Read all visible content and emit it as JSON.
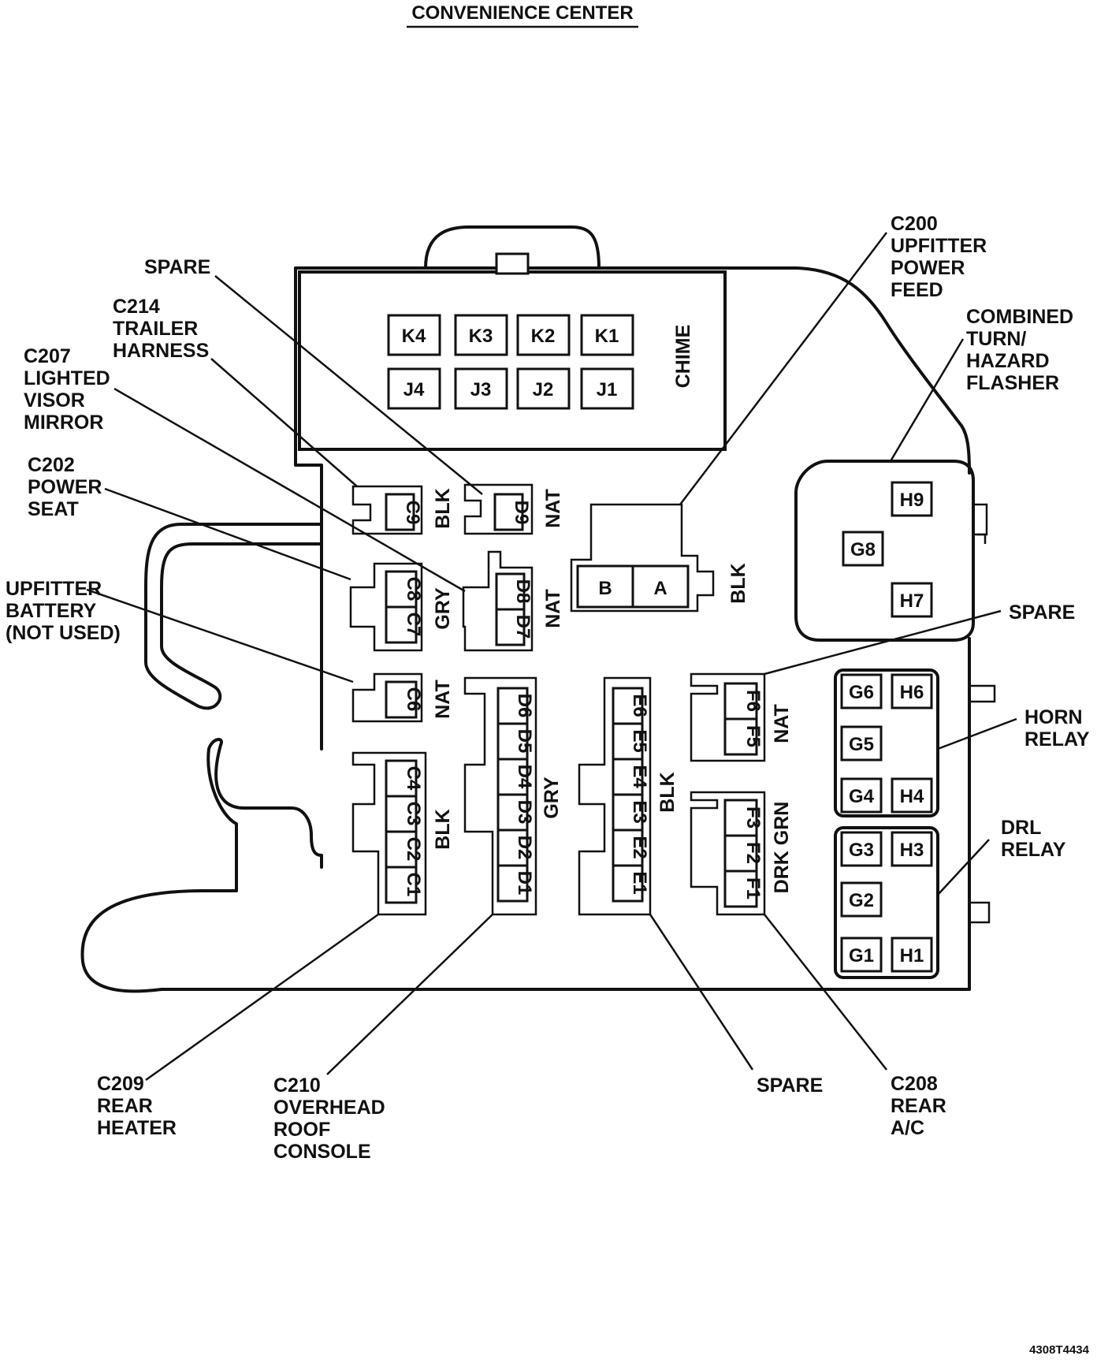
{
  "title": "CONVENIENCE CENTER",
  "figure_ref": "4308T4434",
  "relay_block": {
    "label": "CHIME",
    "top_row": [
      "K4",
      "K3",
      "K2",
      "K1"
    ],
    "bottom_row": [
      "J4",
      "J3",
      "J2",
      "J1"
    ]
  },
  "connectors": {
    "c9": {
      "pins": [
        "C9"
      ],
      "wire": "BLK"
    },
    "d9": {
      "pins": [
        "D9"
      ],
      "wire": "NAT"
    },
    "c8c7": {
      "pins": [
        "C8",
        "C7"
      ],
      "wire": "GRY"
    },
    "d8d7": {
      "pins": [
        "D8",
        "D7"
      ],
      "wire": "NAT"
    },
    "c6": {
      "pins": [
        "C6"
      ],
      "wire": "NAT"
    },
    "c_block": {
      "pins": [
        "C4",
        "C3",
        "C2",
        "C1"
      ],
      "wire": "BLK"
    },
    "d_block": {
      "pins": [
        "D6",
        "D5",
        "D4",
        "D3",
        "D2",
        "D1"
      ],
      "wire": "GRY"
    },
    "e_block": {
      "pins": [
        "E6",
        "E5",
        "E4",
        "E3",
        "E2",
        "E1"
      ],
      "wire": "BLK"
    },
    "f6f5": {
      "pins": [
        "F6",
        "F5"
      ],
      "wire": "NAT"
    },
    "f_block": {
      "pins": [
        "F3",
        "F2",
        "F1"
      ],
      "wire": "DRK GRN"
    },
    "ab": {
      "pins": [
        "B",
        "A"
      ],
      "wire": "BLK"
    }
  },
  "flasher_pins": [
    "H9",
    "G8",
    "H7"
  ],
  "horn_relay_pins": [
    "G6",
    "H6",
    "G5",
    "G4",
    "H4"
  ],
  "drl_relay_pins": [
    "G3",
    "H3",
    "G2",
    "G1",
    "H1"
  ],
  "callouts": {
    "spare_top": [
      "SPARE"
    ],
    "c214": [
      "C214",
      "TRAILER",
      "HARNESS"
    ],
    "c207": [
      "C207",
      "LIGHTED",
      "VISOR",
      "MIRROR"
    ],
    "c202": [
      "C202",
      "POWER",
      "SEAT"
    ],
    "upfitter_battery": [
      "UPFITTER",
      "BATTERY",
      "(NOT USED)"
    ],
    "c200": [
      "C200",
      "UPFITTER",
      "POWER",
      "FEED"
    ],
    "flasher": [
      "COMBINED",
      "TURN/",
      "HAZARD",
      "FLASHER"
    ],
    "spare_right": [
      "SPARE"
    ],
    "horn_relay": [
      "HORN",
      "RELAY"
    ],
    "drl_relay": [
      "DRL",
      "RELAY"
    ],
    "c209": [
      "C209",
      "REAR",
      "HEATER"
    ],
    "c210": [
      "C210",
      "OVERHEAD",
      "ROOF",
      "CONSOLE"
    ],
    "spare_bottom": [
      "SPARE"
    ],
    "c208": [
      "C208",
      "REAR",
      "A/C"
    ]
  }
}
